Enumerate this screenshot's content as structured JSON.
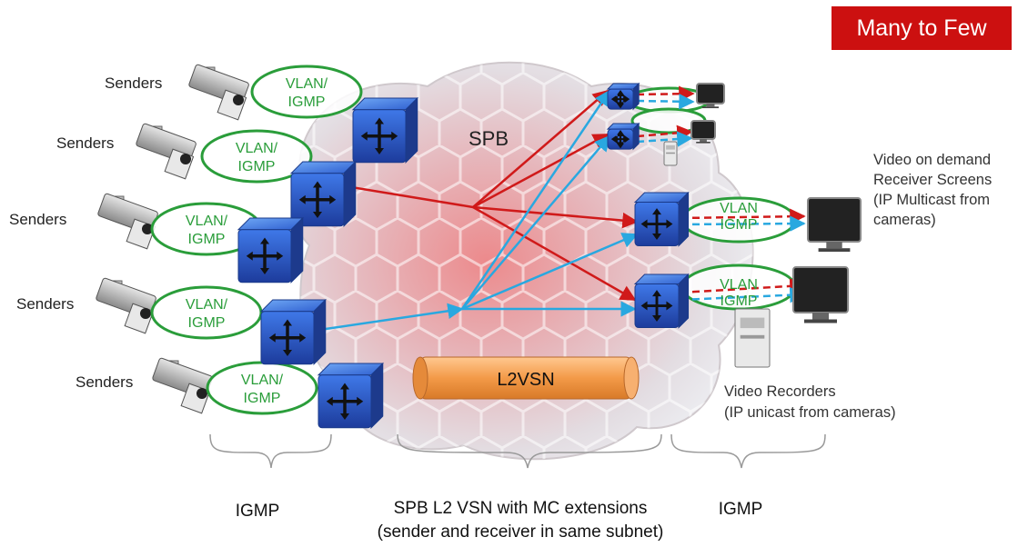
{
  "badge": "Many to Few",
  "cloud_label": "SPB",
  "pipe_label": "L2VSN",
  "vlan_line1": "VLAN/",
  "vlan_line2": "IGMP",
  "right_vlan_line1": "VLAN",
  "right_vlan_line2": "IGMP",
  "sender_label": "Senders",
  "video_on_demand": [
    "Video on demand",
    "Receiver Screens",
    "(IP Multicast from",
    "cameras)"
  ],
  "video_recorders": [
    "Video Recorders",
    "(IP unicast from cameras)"
  ],
  "bottom": {
    "left": "IGMP",
    "center_line1": "SPB L2 VSN with MC extensions",
    "center_line2": "(sender and receiver in same subnet)",
    "right": "IGMP"
  },
  "colors": {
    "badge": "#cc1010",
    "multicast_arrow": "#d01a1a",
    "unicast_arrow": "#29a8e0",
    "vlan_ellipse": "#2a9d3a",
    "switch": "#2a57c8",
    "pipe": "#f0a050"
  }
}
